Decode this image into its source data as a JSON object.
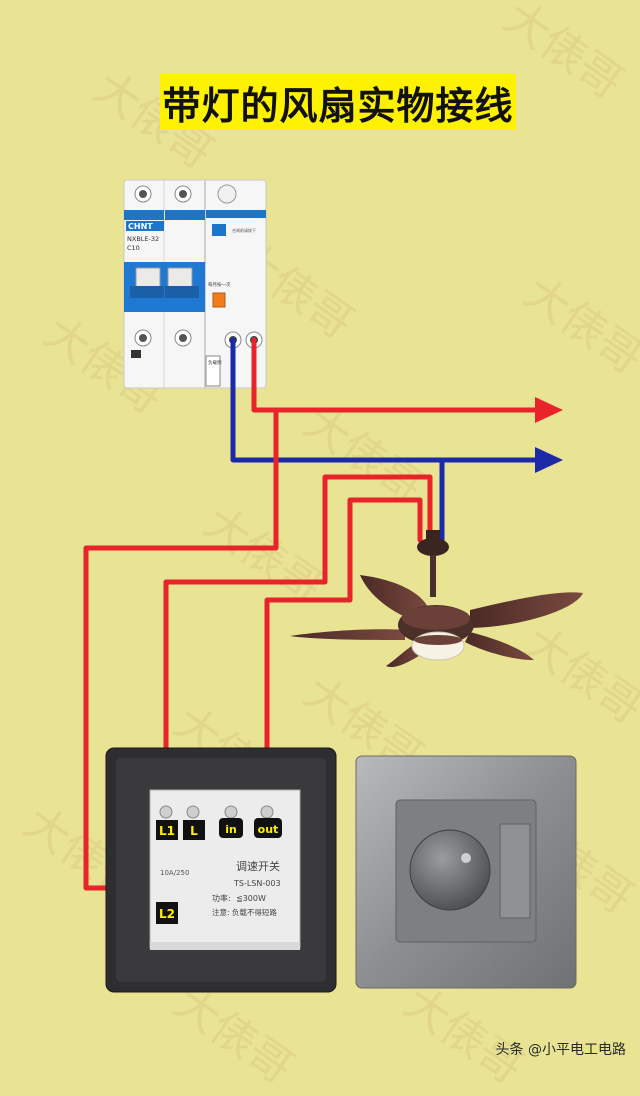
{
  "title": "带灯的风扇实物接线",
  "watermark": "大俵哥",
  "breaker": {
    "brand": "CHNT",
    "model": "NXBLE-32",
    "rating": "C10",
    "test_label": "每月按一次",
    "note": "合闸前请拨下",
    "load_label": "负载侧"
  },
  "switch": {
    "terminals": [
      "L1",
      "L",
      "in",
      "out",
      "L2"
    ],
    "title": "调速开关",
    "model": "TS-LSN-003",
    "power": "≦300W",
    "power_prefix": "功率:",
    "notice": "注意: 负载不得短路",
    "side_label": "10A/250"
  },
  "footer": "头条 @小平电工电路",
  "colors": {
    "background": "#e9e394",
    "title_bg": "#fff200",
    "live_wire": "#e8232a",
    "neutral_wire": "#1c2aa8"
  }
}
